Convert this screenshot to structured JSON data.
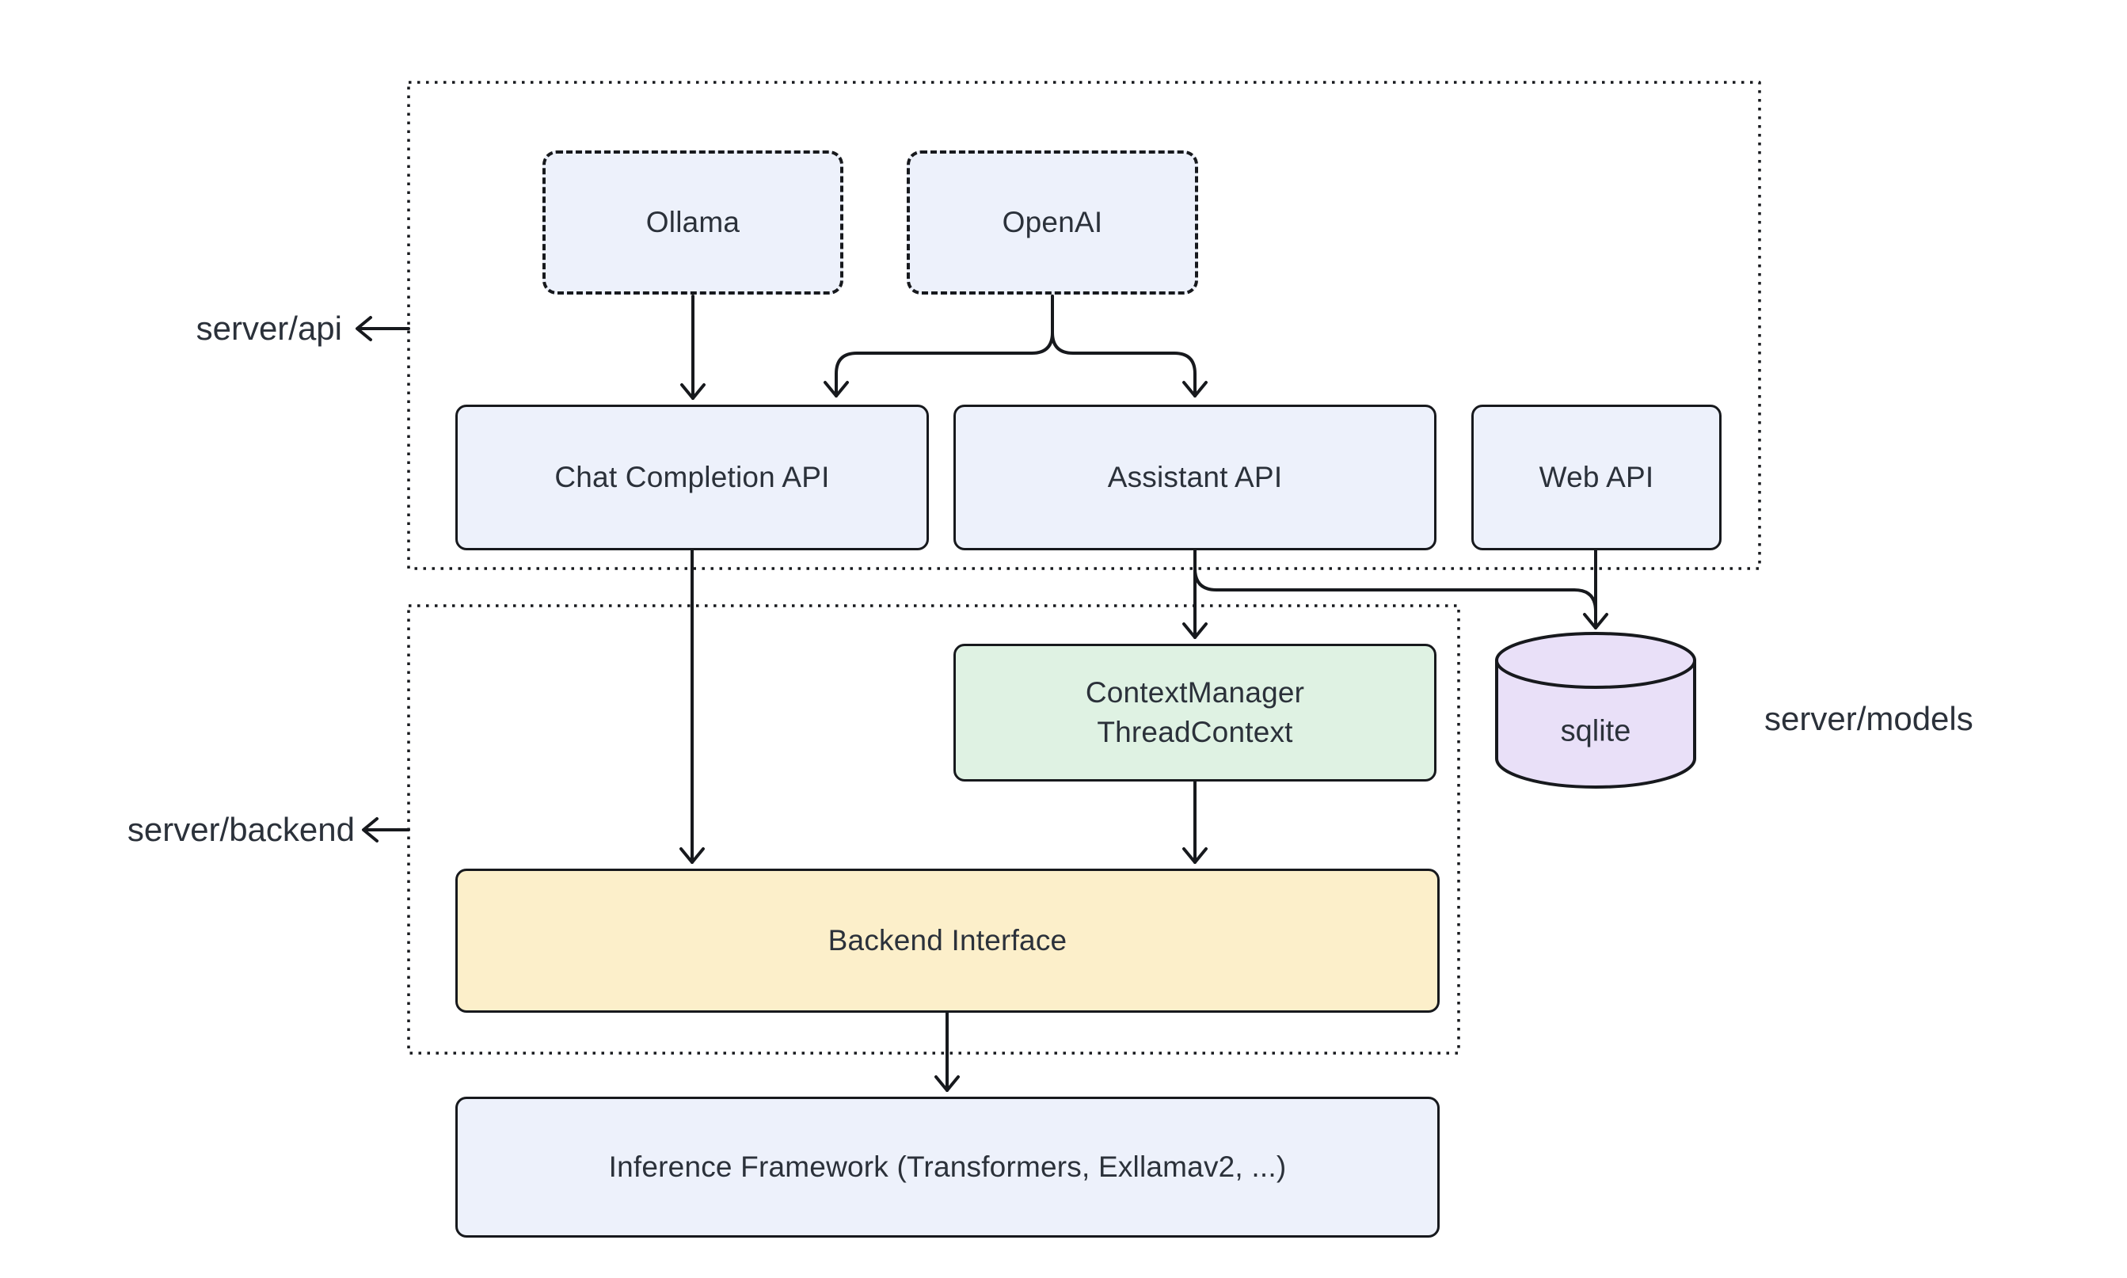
{
  "diagram": {
    "type": "architecture-diagram",
    "background": "#ffffff",
    "stroke_color": "#17191d",
    "text_color": "#2b313a",
    "fills": {
      "blue": "#edf1fb",
      "green": "#dff2e3",
      "yellow": "#fcefca",
      "purple": "#e9e0f8"
    }
  },
  "containers": {
    "api": {
      "label": "server/api"
    },
    "backend": {
      "label": "server/backend"
    }
  },
  "nodes": {
    "ollama": {
      "label": "Ollama"
    },
    "openai": {
      "label": "OpenAI"
    },
    "chat_completion_api": {
      "label": "Chat Completion API"
    },
    "assistant_api": {
      "label": "Assistant API"
    },
    "web_api": {
      "label": "Web API"
    },
    "context_manager": {
      "lines": [
        "ContextManager",
        "ThreadContext"
      ]
    },
    "sqlite": {
      "label": "sqlite"
    },
    "backend_interface": {
      "label": "Backend Interface"
    },
    "inference_framework": {
      "label": "Inference Framework (Transformers, Exllamav2, ...)"
    }
  },
  "side_labels": {
    "models": {
      "label": "server/models"
    }
  },
  "edges": [
    {
      "from": "ollama",
      "to": "chat_completion_api"
    },
    {
      "from": "openai",
      "to": "chat_completion_api"
    },
    {
      "from": "openai",
      "to": "assistant_api"
    },
    {
      "from": "chat_completion_api",
      "to": "backend_interface"
    },
    {
      "from": "assistant_api",
      "to": "context_manager"
    },
    {
      "from": "assistant_api",
      "to": "sqlite"
    },
    {
      "from": "web_api",
      "to": "sqlite"
    },
    {
      "from": "context_manager",
      "to": "backend_interface"
    },
    {
      "from": "backend_interface",
      "to": "inference_framework"
    },
    {
      "from": "api_container_border",
      "to": "label_server_api"
    },
    {
      "from": "backend_container_border",
      "to": "label_server_backend"
    }
  ]
}
